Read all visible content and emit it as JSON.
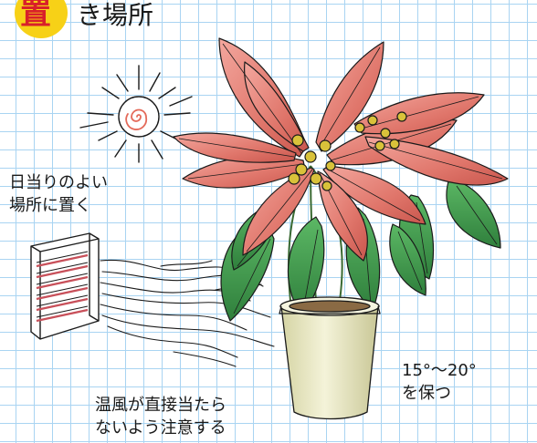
{
  "title": {
    "badge_char": "置",
    "rest": "き場所"
  },
  "captions": {
    "sunlight": [
      "日当りのよい",
      "場所に置く"
    ],
    "temperature": [
      "15°～20°",
      "を保つ"
    ],
    "warm_air": [
      "温風が直接当たら",
      "ないよう注意する"
    ]
  },
  "icons": [
    "sun-icon",
    "heater-icon",
    "warm-air-icon",
    "poinsettia-icon",
    "flower-pot-icon"
  ],
  "colors": {
    "grid": "#a9d4f2",
    "badge": "#f7d117",
    "badge_char": "#d8202a",
    "bract": "#e0766b",
    "leaf": "#3f9a4c",
    "pot": "#ecebc8",
    "sun_spiral": "#e46a5a"
  }
}
